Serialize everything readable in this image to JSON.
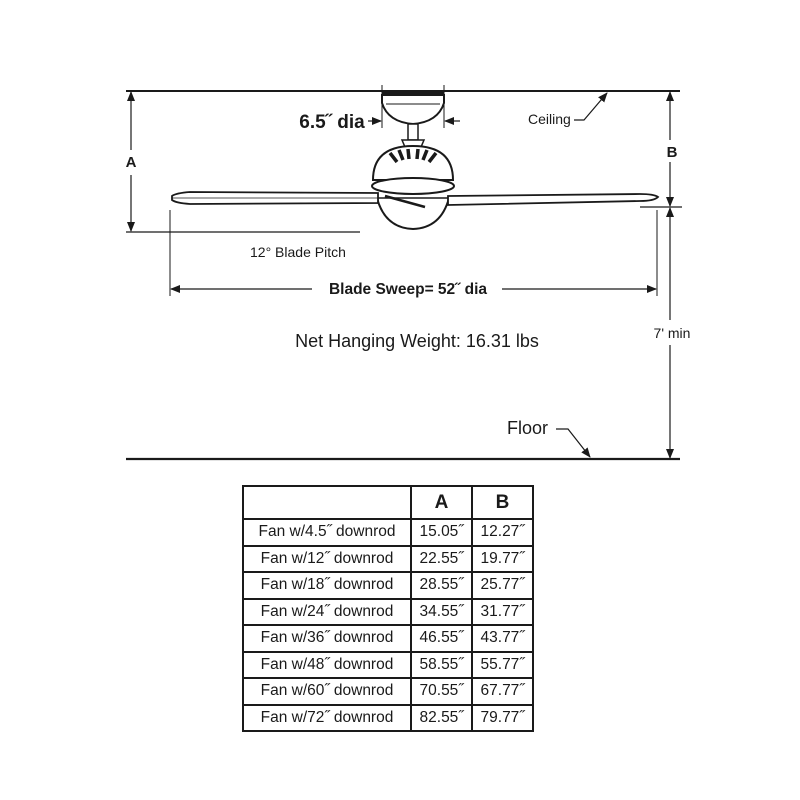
{
  "diagram": {
    "canopy_diameter": "6.5˝ dia",
    "ceiling_label": "Ceiling",
    "floor_label": "Floor",
    "dim_a_label": "A",
    "dim_b_label": "B",
    "blade_pitch": "12° Blade Pitch",
    "blade_sweep": "Blade Sweep= 52˝ dia",
    "min_height": "7' min",
    "net_weight": "Net Hanging Weight: 16.31 lbs"
  },
  "table": {
    "headers": [
      "",
      "A",
      "B"
    ],
    "rows": [
      {
        "label": "Fan w/4.5˝ downrod",
        "a": "15.05˝",
        "b": "12.27˝"
      },
      {
        "label": "Fan w/12˝ downrod",
        "a": "22.55˝",
        "b": "19.77˝"
      },
      {
        "label": "Fan w/18˝ downrod",
        "a": "28.55˝",
        "b": "25.77˝"
      },
      {
        "label": "Fan w/24˝ downrod",
        "a": "34.55˝",
        "b": "31.77˝"
      },
      {
        "label": "Fan w/36˝ downrod",
        "a": "46.55˝",
        "b": "43.77˝"
      },
      {
        "label": "Fan w/48˝ downrod",
        "a": "58.55˝",
        "b": "55.77˝"
      },
      {
        "label": "Fan w/60˝ downrod",
        "a": "70.55˝",
        "b": "67.77˝"
      },
      {
        "label": "Fan w/72˝ downrod",
        "a": "82.55˝",
        "b": "79.77˝"
      }
    ]
  }
}
